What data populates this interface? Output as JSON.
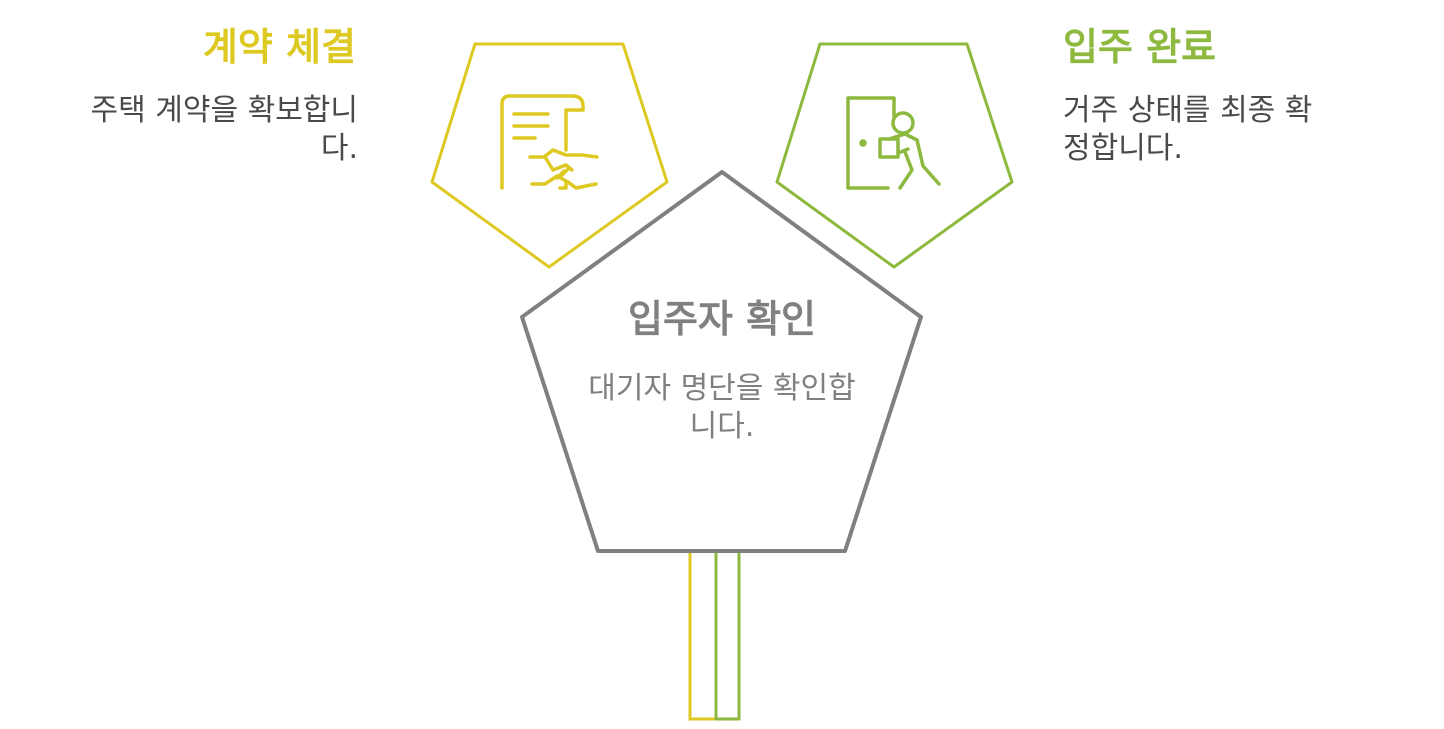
{
  "colors": {
    "contract": "#DDC922",
    "moveout": "#8DB93E",
    "verify": "#808080",
    "body_text": "#4A4A4A"
  },
  "steps": [
    {
      "id": "contract",
      "title": "계약 체결",
      "description": "주택 계약을 확보합니다.",
      "icon": "contract-handshake-icon"
    },
    {
      "id": "verify",
      "title": "입주자 확인",
      "description": "대기자 명단을 확인합니다.",
      "icon": null
    },
    {
      "id": "movein",
      "title": "입주 완료",
      "description": "거주 상태를 최종 확정합니다.",
      "icon": "person-carrying-box-icon"
    }
  ]
}
